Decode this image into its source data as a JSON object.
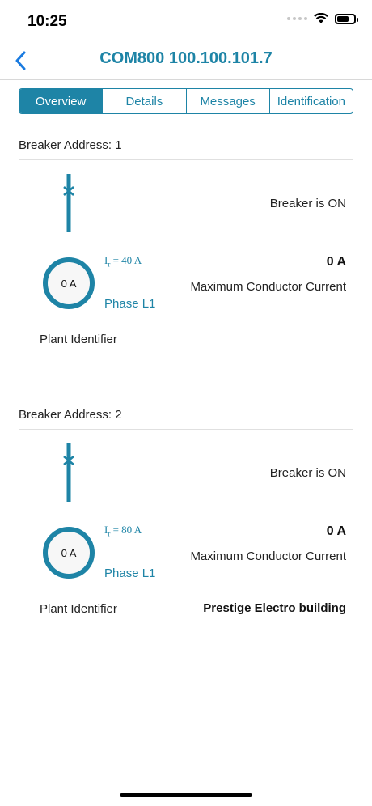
{
  "status_bar": {
    "time": "10:25"
  },
  "nav": {
    "title": "COM800 100.100.101.7"
  },
  "tabs": [
    {
      "label": "Overview",
      "active": true
    },
    {
      "label": "Details",
      "active": false
    },
    {
      "label": "Messages",
      "active": false
    },
    {
      "label": "Identification",
      "active": false
    }
  ],
  "breakers": [
    {
      "address": "Breaker Address: 1",
      "state": "Breaker is ON",
      "gauge_value": "0 A",
      "ir_symbol": "I",
      "ir_sub": "r",
      "ir_value": " = 40 A",
      "phase": "Phase L1",
      "current": "0 A",
      "current_label": "Maximum Conductor Current",
      "plant_label": "Plant Identifier",
      "plant_value": ""
    },
    {
      "address": "Breaker Address: 2",
      "state": "Breaker is ON",
      "gauge_value": "0 A",
      "ir_symbol": "I",
      "ir_sub": "r",
      "ir_value": " = 80 A",
      "phase": "Phase L1",
      "current": "0 A",
      "current_label": "Maximum Conductor Current",
      "plant_label": "Plant Identifier",
      "plant_value": "Prestige Electro building"
    }
  ],
  "colors": {
    "accent": "#1e84a6"
  }
}
